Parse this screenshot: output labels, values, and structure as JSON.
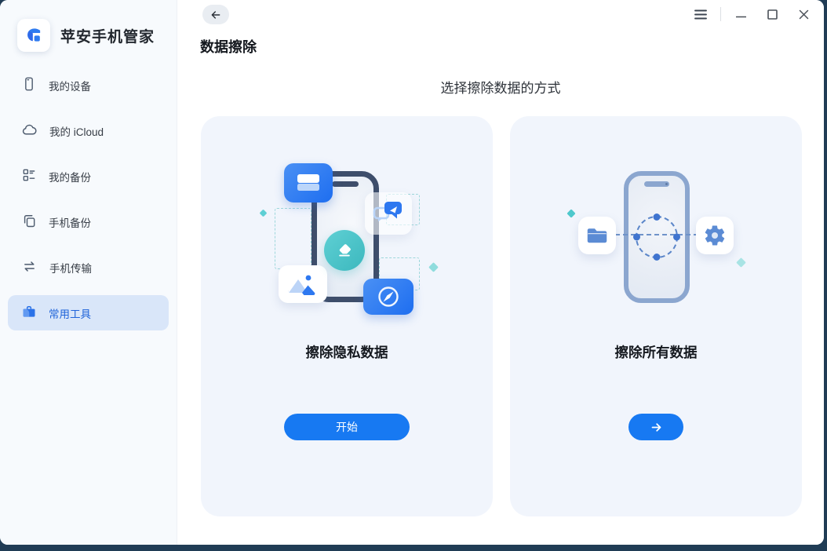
{
  "app": {
    "title": "苹安手机管家",
    "logo": "phone-manager-logo"
  },
  "window_controls": {
    "menu": "menu-icon",
    "minimize": "minimize-icon",
    "maximize": "maximize-icon",
    "close": "close-icon"
  },
  "sidebar": {
    "items": [
      {
        "label": "我的设备",
        "icon": "phone-icon",
        "selected": false
      },
      {
        "label": "我的 iCloud",
        "icon": "cloud-icon",
        "selected": false
      },
      {
        "label": "我的备份",
        "icon": "backup-list-icon",
        "selected": false
      },
      {
        "label": "手机备份",
        "icon": "phone-copy-icon",
        "selected": false
      },
      {
        "label": "手机传输",
        "icon": "transfer-arrows-icon",
        "selected": false
      },
      {
        "label": "常用工具",
        "icon": "toolbox-icon",
        "selected": true
      }
    ]
  },
  "main": {
    "back": "back-arrow-icon",
    "page_title": "数据擦除",
    "heading": "选择擦除数据的方式",
    "cards": [
      {
        "title": "擦除隐私数据",
        "illustration": "phone-privacy-erase",
        "button": {
          "type": "text",
          "label": "开始"
        }
      },
      {
        "title": "擦除所有数据",
        "illustration": "phone-full-erase",
        "button": {
          "type": "icon",
          "icon": "arrow-right-icon"
        }
      }
    ]
  },
  "colors": {
    "accent_blue": "#1779f2",
    "sidebar_bg": "#f7fafd",
    "selected_item_bg": "#d9e6f9",
    "selected_item_text": "#2064d9",
    "card_bg": "#f1f5fc",
    "teal_accent": "#47c3c7",
    "frame_navy": "#203c55",
    "phone_outline_dark": "#3e4e6b",
    "phone_outline_muted": "#8ba6cf"
  }
}
